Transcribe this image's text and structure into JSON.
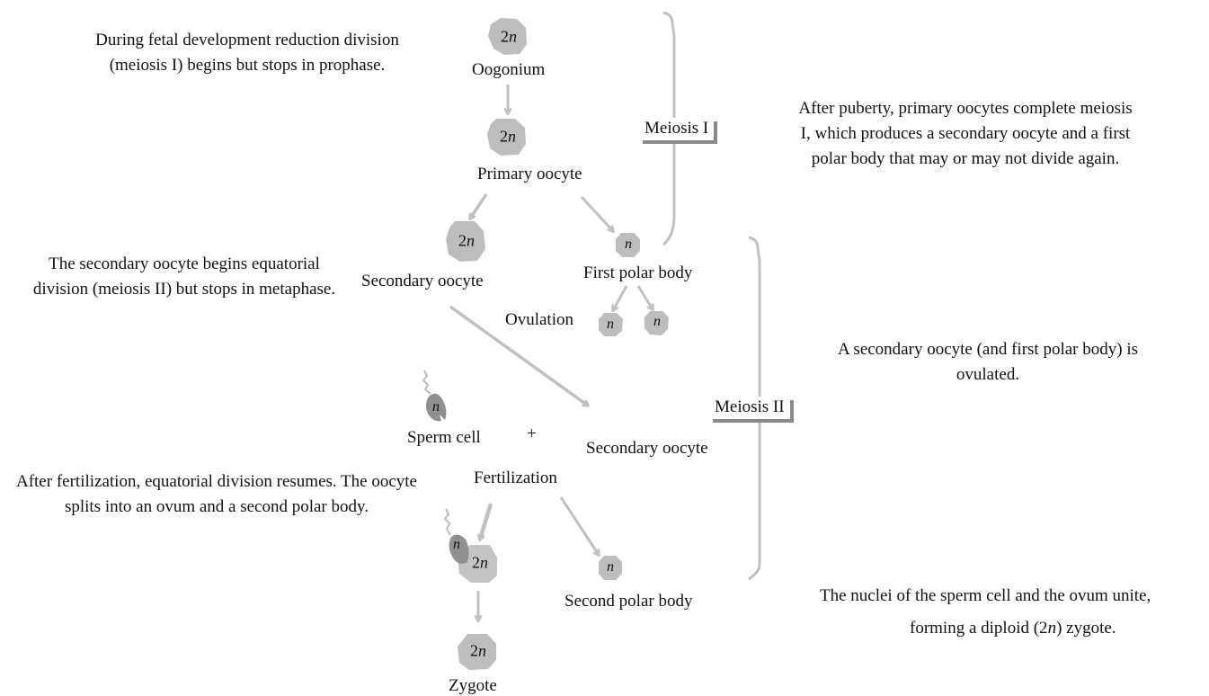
{
  "colors": {
    "cell": "#bdbdbd",
    "sperm": "#8f8f8f",
    "arrow": "#c0c0c0",
    "bracket": "#c0c0c0",
    "shadow": "#8a8a8a",
    "text": "#111111"
  },
  "cells": {
    "oogonium": {
      "label": "Oogonium",
      "ploidy_num": "2",
      "ploidy_var": "n"
    },
    "primary_oocyte": {
      "label": "Primary oocyte",
      "ploidy_num": "2",
      "ploidy_var": "n"
    },
    "secondary_oocyte": {
      "label": "Secondary oocyte",
      "ploidy_num": "2",
      "ploidy_var": "n"
    },
    "first_polar_body": {
      "label": "First polar body",
      "ploidy_num": "",
      "ploidy_var": "n"
    },
    "polar_division_a": {
      "ploidy_num": "",
      "ploidy_var": "n"
    },
    "polar_division_b": {
      "ploidy_num": "",
      "ploidy_var": "n"
    },
    "ovulation": {
      "label": "Ovulation"
    },
    "sperm_cell": {
      "label": "Sperm cell",
      "ploidy_num": "",
      "ploidy_var": "n"
    },
    "plus_sign": "+",
    "ovulated_secondary_oocyte": {
      "label": "Secondary oocyte"
    },
    "fertilization": {
      "label": "Fertilization"
    },
    "fertilized_oocyte": {
      "ploidy_num": "2",
      "ploidy_var": "n",
      "sperm_ploidy": "n"
    },
    "second_polar_body": {
      "label": "Second polar body",
      "ploidy_num": "",
      "ploidy_var": "n"
    },
    "zygote": {
      "label": "Zygote",
      "ploidy_num": "2",
      "ploidy_var": "n"
    }
  },
  "stages": {
    "meiosis_1": "Meiosis I",
    "meiosis_2": "Meiosis II"
  },
  "descriptions": {
    "fetal": "During fetal development reduction division (meiosis I) begins but stops in prophase.",
    "puberty": "After puberty, primary oocytes complete meiosis I, which produces a secondary oocyte and a first polar body that may or may not divide again.",
    "secondary": "The secondary oocyte begins equatorial division (meiosis II) but stops in metaphase.",
    "ovulated": "A secondary oocyte (and first polar body) is ovulated.",
    "after_fertilization": "After fertilization, equatorial division resumes. The oocyte splits into an ovum and a second polar body.",
    "zygote_line1": "The nuclei of the sperm cell and the ovum unite,",
    "zygote_line2_pre": "forming a diploid (2",
    "zygote_line2_var": "n",
    "zygote_line2_post": ") zygote."
  }
}
